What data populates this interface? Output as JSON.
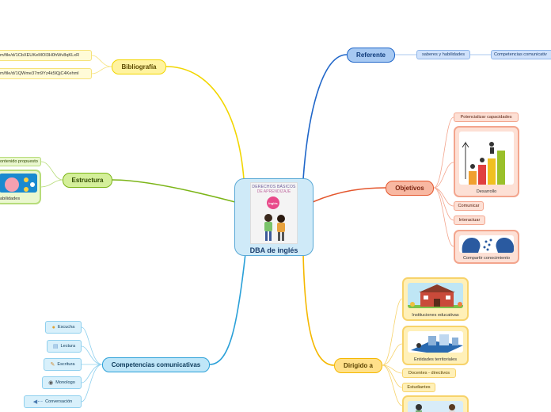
{
  "central": {
    "title": "DBA de inglés",
    "book_title": "DERECHOS BÁSICOS",
    "book_subtitle": "DE APRENDIZAJE",
    "book_badge": "Inglés"
  },
  "branches": {
    "referente": {
      "label": "Referente",
      "child": "saberes y habilidades",
      "grandchild": "Competencias comunicativ"
    },
    "objetivos": {
      "label": "Objetivos",
      "items": [
        "Potencializar capacidades",
        "Desarrollo",
        "Comunicar",
        "Interactuar",
        "Compartir conocimiento"
      ]
    },
    "dirigido": {
      "label": "Dirigido a",
      "items": [
        "Instituciones educativas",
        "Entidades territoriales",
        "Docentes - directivos",
        "Estudiantes"
      ]
    },
    "competencias": {
      "label": "Competencias comunicativas",
      "items": [
        "Escucha",
        "Lectura",
        "Escritura",
        "Monologo",
        "Conversación"
      ]
    },
    "estructura": {
      "label": "Estructura",
      "items": [
        "ontenido propuesto",
        "abilidades"
      ]
    },
    "bibliografia": {
      "label": "Bibliografía",
      "items": [
        "m/file/d/1CbXEUKeMOI3H0hWv8qKLxR",
        "m/file/d/1QWme37m9Yz4k5lQjC4Kehml"
      ]
    }
  },
  "colors": {
    "referente": "#1f66c9",
    "objetivos": "#e4572e",
    "dirigido": "#f5b800",
    "competencias": "#2aa0d8",
    "estructura": "#7cb518",
    "bibliografia": "#f2d600"
  },
  "icons": [
    "ear-icon",
    "book-icon",
    "pen-icon",
    "speaking-head-icon",
    "speaker-icon"
  ]
}
